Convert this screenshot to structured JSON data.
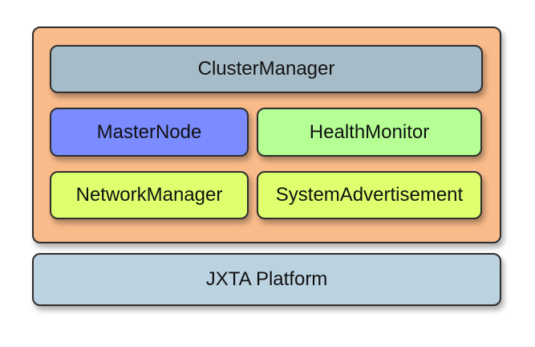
{
  "diagram": {
    "nodes": {
      "cluster_manager": "ClusterManager",
      "master_node": "MasterNode",
      "health_monitor": "HealthMonitor",
      "network_manager": "NetworkManager",
      "system_advertisement": "SystemAdvertisement",
      "jxta_platform": "JXTA Platform"
    },
    "colors": {
      "container": "#f9bb8a",
      "cluster_manager": "#a7bcc9",
      "master_node": "#7a8cff",
      "health_monitor": "#b5ff94",
      "network_manager": "#deff6e",
      "system_advertisement": "#deff6e",
      "jxta_platform": "#bbd3e1"
    }
  }
}
